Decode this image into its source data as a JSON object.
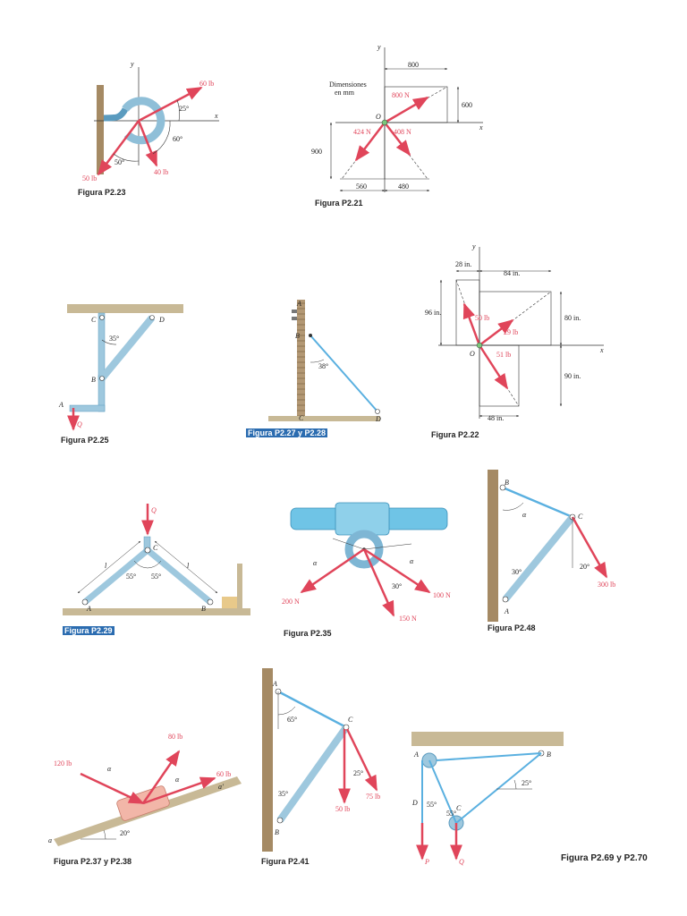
{
  "colors": {
    "force": "#e0455a",
    "member": "#9ec8de",
    "member_dark": "#5a9bbf",
    "wall": "#a58a64",
    "ceiling": "#c8b996",
    "text": "#222222"
  },
  "captions": {
    "p2_23": "Figura P2.23",
    "p2_21": "Figura P2.21",
    "p2_25": "Figura P2.25",
    "p2_27": "Figura P2.27 y P2.28",
    "p2_22": "Figura P2.22",
    "p2_29": "Figura P2.29",
    "p2_35": "Figura P2.35",
    "p2_48": "Figura P2.48",
    "p2_37": "Figura P2.37 y P2.38",
    "p2_41": "Figura P2.41",
    "p2_69": "Figura P2.69 y P2.70"
  },
  "p2_23": {
    "f60": "60 lb",
    "a25": "25°",
    "a60": "60°",
    "a50": "50°",
    "f50": "50 lb",
    "f40": "40 lb",
    "x": "x",
    "y": "y"
  },
  "p2_21": {
    "title1": "Dimensiones",
    "title2": "en mm",
    "d800": "800",
    "d600": "600",
    "d900": "900",
    "d560": "560",
    "d480": "480",
    "f800": "800 N",
    "f424": "424 N",
    "f408": "408 N",
    "o": "O",
    "x": "x",
    "y": "y"
  },
  "p2_25": {
    "c": "C",
    "d": "D",
    "b": "B",
    "a": "A",
    "q": "Q",
    "ang": "35°"
  },
  "p2_27": {
    "a": "A",
    "b": "B",
    "c": "C",
    "d": "D",
    "ang": "38°"
  },
  "p2_22": {
    "d28": "28 in.",
    "d84": "84 in.",
    "d96": "96 in.",
    "d80": "80 in.",
    "d90": "90 in.",
    "d48": "48 in.",
    "f50": "50 lb",
    "f29": "29 lb",
    "f51": "51 lb",
    "o": "O",
    "x": "x",
    "y": "y"
  },
  "p2_29": {
    "q": "Q",
    "c": "C",
    "a": "A",
    "b": "B",
    "l": "l",
    "a55": "55°"
  },
  "p2_35": {
    "alpha": "α",
    "a30": "30°",
    "f200": "200 N",
    "f100": "100 N",
    "f150": "150 N"
  },
  "p2_48": {
    "b": "B",
    "c": "C",
    "a": "A",
    "alpha": "α",
    "a30": "30°",
    "a20": "20°",
    "f300": "300 lb"
  },
  "p2_37": {
    "f80": "80 lb",
    "f120": "120 lb",
    "f60": "60 lb",
    "alpha": "α",
    "a20": "20°",
    "a": "a",
    "ap": "a′"
  },
  "p2_41": {
    "a": "A",
    "c": "C",
    "b": "B",
    "a65": "65°",
    "a35": "35°",
    "a25": "25°",
    "f50": "50 lb",
    "f75": "75 lb"
  },
  "p2_69": {
    "a": "A",
    "b": "B",
    "c": "C",
    "d": "D",
    "a55": "55°",
    "a25": "25°",
    "p": "P",
    "q": "Q"
  }
}
